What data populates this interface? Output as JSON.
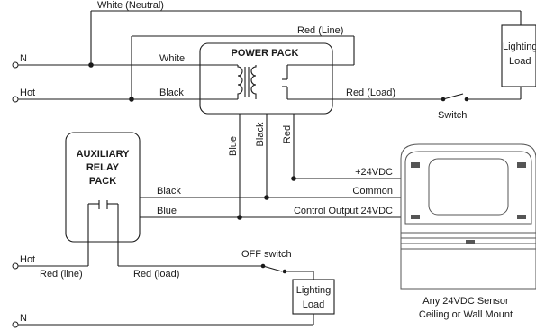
{
  "wires": {
    "white_neutral": "White (Neutral)",
    "red_line": "Red (Line)",
    "white": "White",
    "black": "Black",
    "red_load": "Red (Load)",
    "blue_v": "Blue",
    "black_v": "Black",
    "red_v": "Red",
    "plus24": "+24VDC",
    "common": "Common",
    "control_output": "Control Output 24VDC",
    "black_relay": "Black",
    "blue_relay": "Blue",
    "red_line_lower": "Red (line)",
    "red_load_lower": "Red (load)"
  },
  "terminals": {
    "n_top": "N",
    "hot_top": "Hot",
    "hot_bottom": "Hot",
    "n_bottom": "N"
  },
  "power_pack": {
    "title": "POWER PACK"
  },
  "relay_pack": {
    "line1": "AUXILIARY",
    "line2": "RELAY",
    "line3": "PACK"
  },
  "lighting_load_top": {
    "line1": "Lighting",
    "line2": "Load"
  },
  "lighting_load_bottom": {
    "line1": "Lighting",
    "line2": "Load"
  },
  "switches": {
    "switch_top": "Switch",
    "off_switch": "OFF switch"
  },
  "sensor": {
    "caption1": "Any 24VDC Sensor",
    "caption2": "Ceiling or Wall Mount"
  }
}
